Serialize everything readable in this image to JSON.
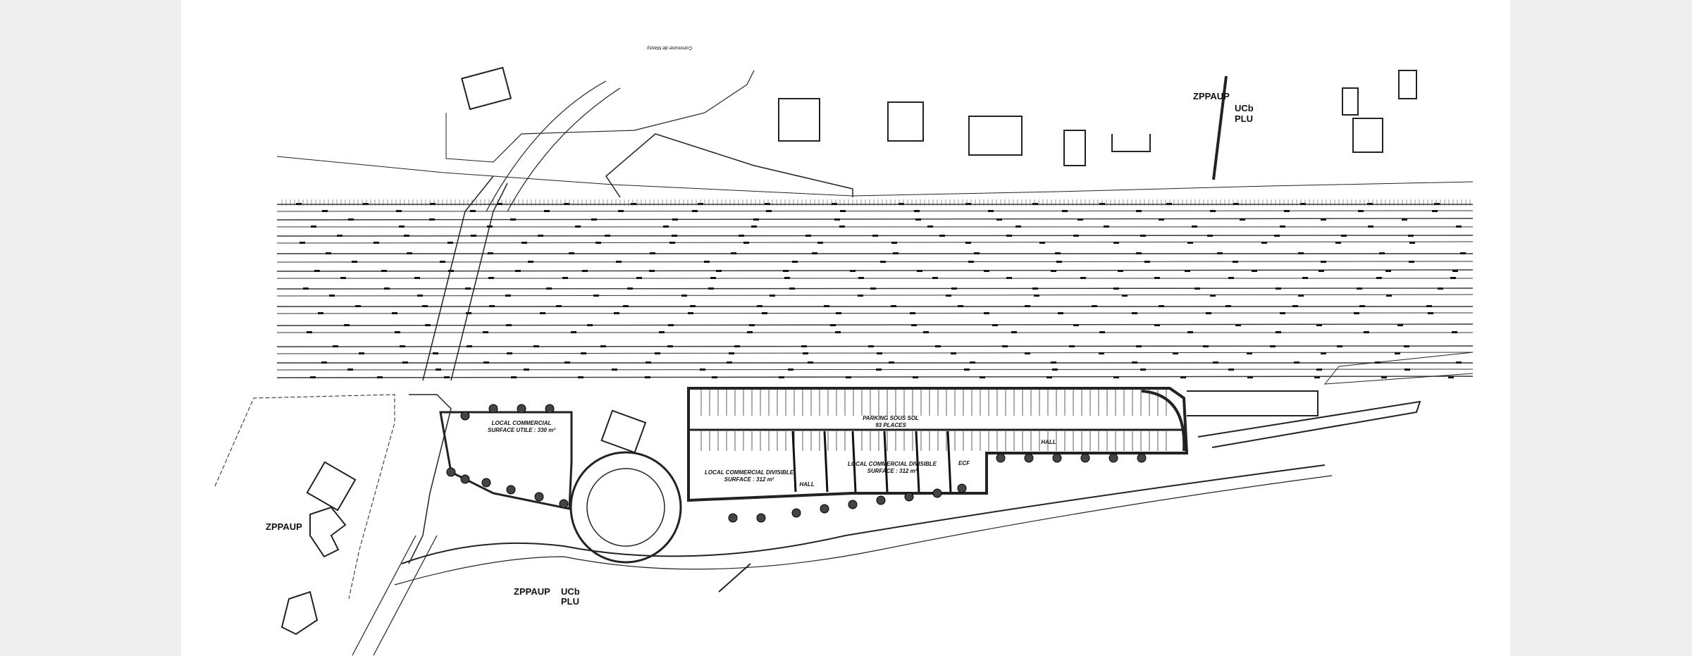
{
  "plan": {
    "north_caption": "Commune de Massy",
    "zone_labels": {
      "top_right_zone": "ZPPAUP",
      "top_right_plu_1": "UCb",
      "top_right_plu_2": "PLU",
      "left_zone": "ZPPAUP",
      "bottom_zone": "ZPPAUP",
      "bottom_plu_1": "UCb",
      "bottom_plu_2": "PLU"
    },
    "parking": {
      "title": "PARKING SOUS SOL",
      "places": "93 PLACES"
    },
    "commercial_left": {
      "title": "LOCAL COMMERCIAL",
      "surface": "SURFACE UTILE : 330 m²"
    },
    "commercial_mid": {
      "title": "LOCAL COMMERCIAL DIVISIBLE",
      "surface": "SURFACE : 312 m²"
    },
    "commercial_right": {
      "title": "LOCAL COMMERCIAL DIVISIBLE",
      "surface": "SURFACE : 312 m²"
    },
    "hall_1": "HALL",
    "hall_2": "HALL",
    "ecf": "ECF"
  }
}
